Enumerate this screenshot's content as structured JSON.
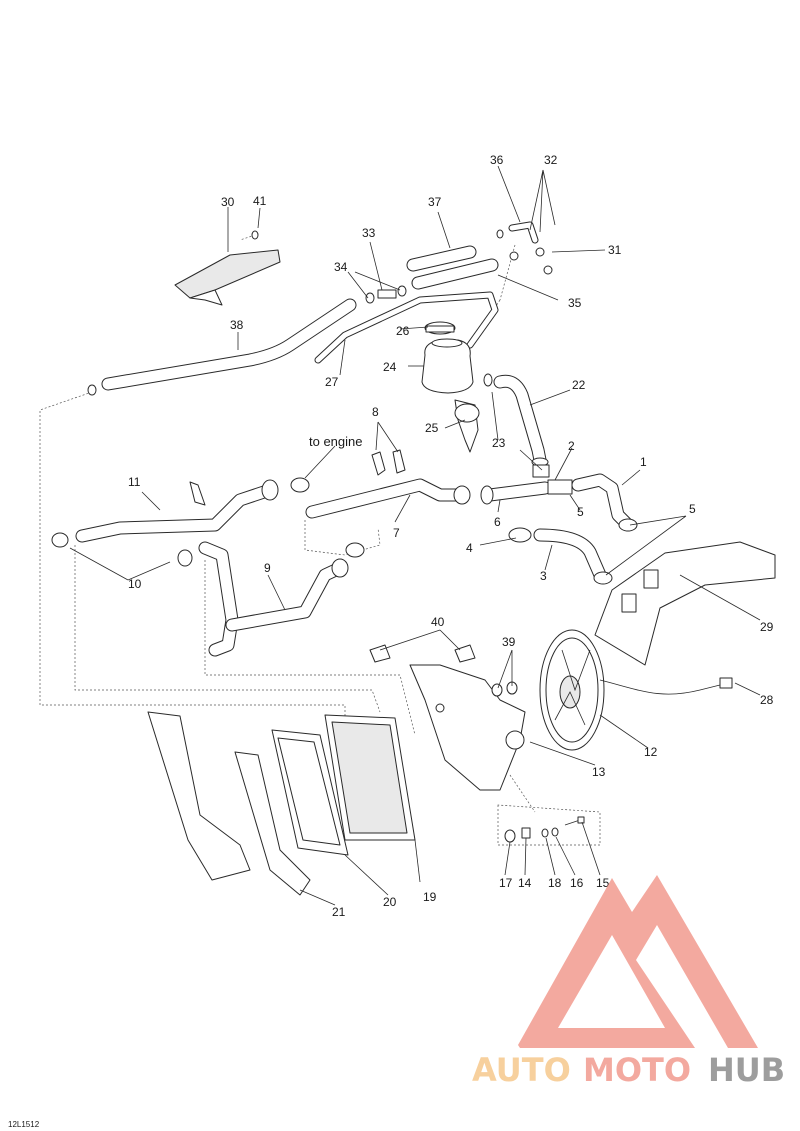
{
  "diagram": {
    "note": "to engine",
    "drawing_code": "12L1512",
    "callouts": [
      "1",
      "2",
      "3",
      "4",
      "5",
      "5",
      "6",
      "7",
      "8",
      "9",
      "10",
      "11",
      "12",
      "13",
      "14",
      "15",
      "16",
      "17",
      "18",
      "19",
      "20",
      "21",
      "22",
      "23",
      "24",
      "25",
      "26",
      "27",
      "28",
      "29",
      "30",
      "31",
      "32",
      "33",
      "34",
      "35",
      "36",
      "37",
      "38",
      "39",
      "40",
      "41"
    ]
  },
  "watermark": {
    "word_auto": "AUTO",
    "word_moto": "MOTO",
    "word_hub": "HUB",
    "colors": {
      "auto": "#f6c88d",
      "moto": "#f29b8f",
      "hub": "#8c8c8c",
      "mark": "#f29b8f"
    }
  }
}
